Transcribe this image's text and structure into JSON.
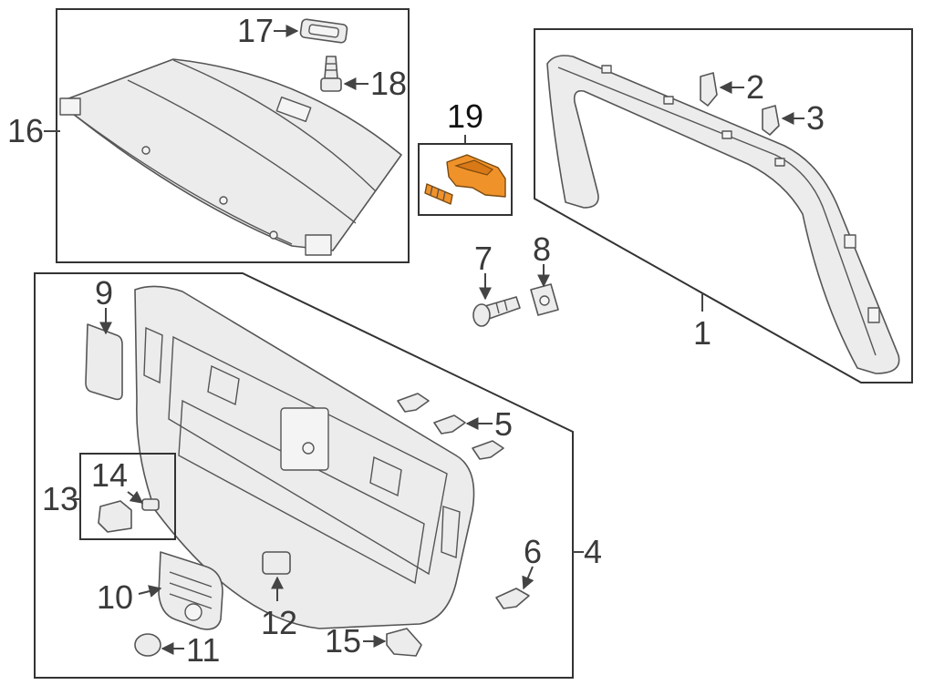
{
  "diagram": {
    "callouts": {
      "c1": "1",
      "c2": "2",
      "c3": "3",
      "c4": "4",
      "c5": "5",
      "c6": "6",
      "c7": "7",
      "c8": "8",
      "c9": "9",
      "c10": "10",
      "c11": "11",
      "c12": "12",
      "c13": "13",
      "c14": "14",
      "c15": "15",
      "c16": "16",
      "c17": "17",
      "c18": "18",
      "c19": "19"
    },
    "highlight_color": "#f0922a",
    "highlighted_part": "19"
  }
}
